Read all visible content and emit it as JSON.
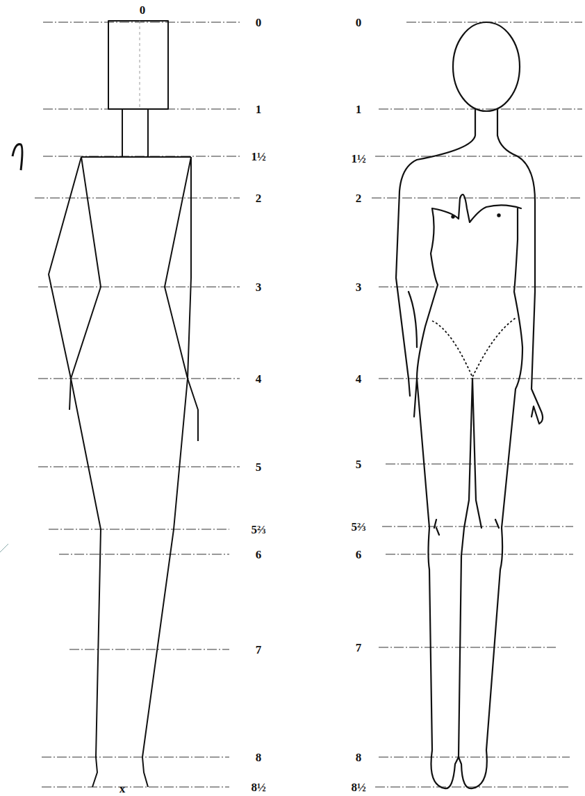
{
  "diagram": {
    "labels": [
      "0",
      "0",
      "1",
      "1½",
      "2",
      "3",
      "4",
      "5",
      "5⅔",
      "6",
      "7",
      "8",
      "8½",
      "x",
      "0",
      "1",
      "1½",
      "2",
      "3",
      "4",
      "5",
      "5⅔",
      "6",
      "7",
      "8",
      "8½"
    ]
  }
}
